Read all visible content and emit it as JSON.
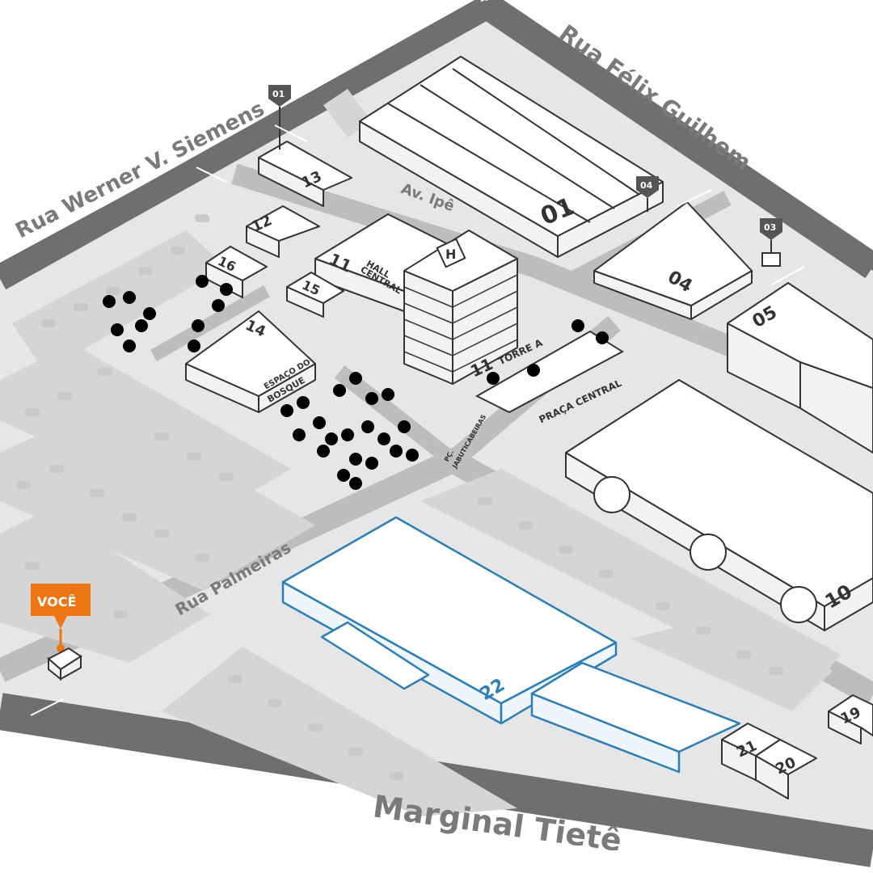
{
  "roads": {
    "werner": "Rua Werner V. Siemens",
    "felix": "Rua Félix Guilhem",
    "palmeiras": "Rua Palmeiras",
    "marginal": "Marginal Tietê",
    "ipe": "Av. Ipê"
  },
  "buildings": {
    "b01": "01",
    "b04": "04",
    "b05": "05",
    "b10": "10",
    "b11": "11",
    "b11_torre": "11",
    "b12": "12",
    "b13": "13",
    "b14": "14",
    "b15": "15",
    "b16": "16",
    "b19": "19",
    "b20": "20",
    "b21": "21",
    "b22": "22"
  },
  "labels": {
    "hall_central_1": "HALL",
    "hall_central_2": "CENTRAL",
    "torre_a": "TORRE A",
    "praca_central": "PRAÇA CENTRAL",
    "bosque_1": "ESPAÇO DO",
    "bosque_2": "BOSQUE",
    "jabuticabeiras_1": "PÇ.",
    "jabuticabeiras_2": "JABUTICABEIRAS",
    "helipad": "H"
  },
  "gates": {
    "g01": "01",
    "g03": "03",
    "g04": "04"
  },
  "you_marker": "VOCÊ",
  "colors": {
    "highlight": "#2a7fb8",
    "you_marker": "#ee7612",
    "road": "#7a7a7a",
    "ground": "#d9d9d9"
  }
}
